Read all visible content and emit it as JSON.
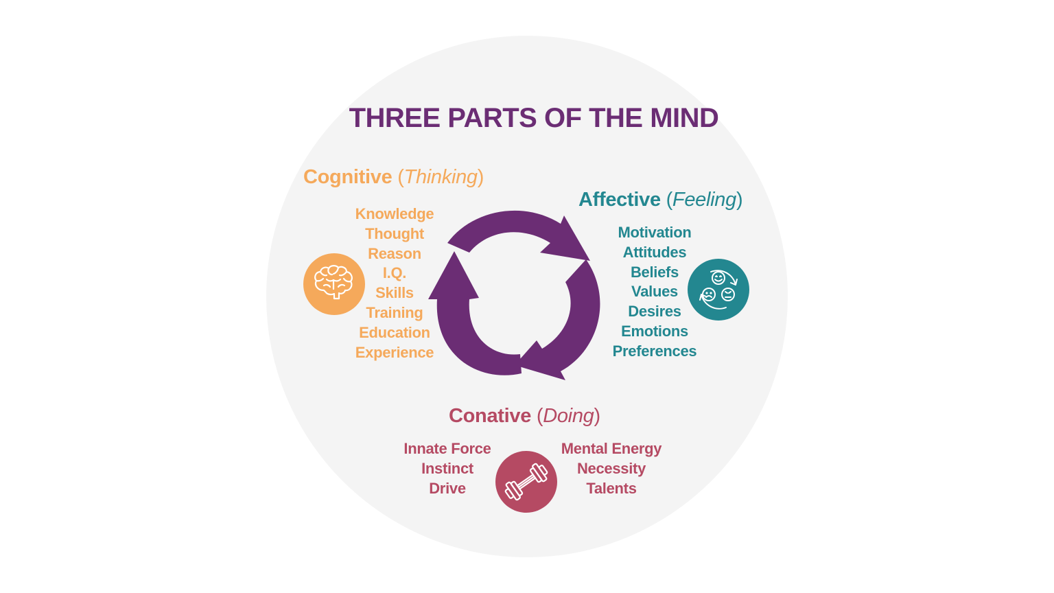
{
  "title": "THREE PARTS OF THE MIND",
  "colors": {
    "title": "#6b2d74",
    "cognitive": "#f5a95b",
    "affective": "#238790",
    "conative": "#b54a63",
    "cycle": "#6b2d74",
    "background_circle": "#f4f4f4"
  },
  "cognitive": {
    "name": "Cognitive",
    "open_paren": "(",
    "subtitle": "Thinking",
    "close_paren": ")",
    "icon": "brain-icon",
    "items": [
      "Knowledge",
      "Thought",
      "Reason",
      "I.Q.",
      "Skills",
      "Training",
      "Education",
      "Experience"
    ]
  },
  "affective": {
    "name": "Affective",
    "open_paren": "(",
    "subtitle": "Feeling",
    "close_paren": ")",
    "icon": "emotions-cycle-icon",
    "items": [
      "Motivation",
      "Attitudes",
      "Beliefs",
      "Values",
      "Desires",
      "Emotions",
      "Preferences"
    ]
  },
  "conative": {
    "name": "Conative",
    "open_paren": "(",
    "subtitle": "Doing",
    "close_paren": ")",
    "icon": "dumbbell-icon",
    "items_left": [
      "Innate Force",
      "Instinct",
      "Drive"
    ],
    "items_right": [
      "Mental Energy",
      "Necessity",
      "Talents"
    ]
  },
  "cycle": {
    "icon": "cycle-arrows-icon"
  }
}
